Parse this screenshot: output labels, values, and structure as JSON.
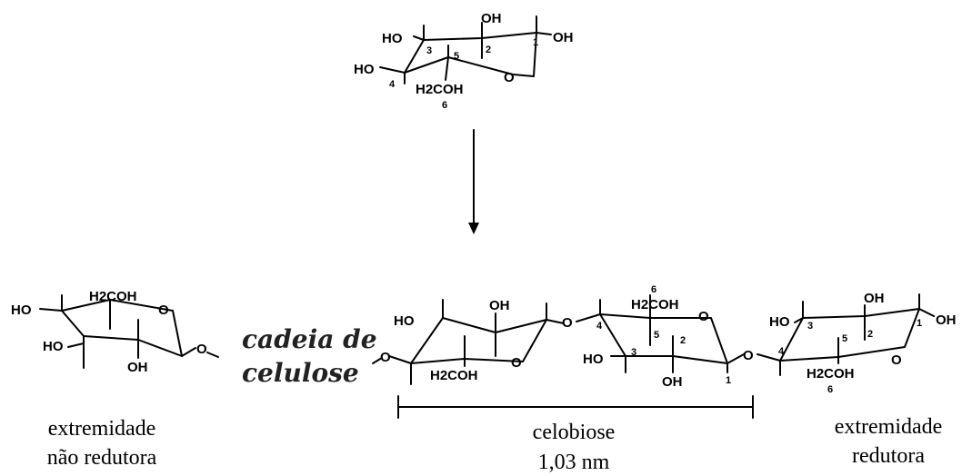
{
  "glucose": {
    "ho3": "HO",
    "num3": "3",
    "oh2": "OH",
    "num2": "2",
    "num1": "1",
    "oh1": "OH",
    "num5": "5",
    "ho4": "HO",
    "num4": "4",
    "h2coh": "H2COH",
    "num6": "6",
    "ring_o": "O"
  },
  "left_unit": {
    "ho": "HO",
    "h2coh": "H2COH",
    "ring_o": "O",
    "ho2": "HO",
    "oh": "OH",
    "link": "O"
  },
  "chain_label": {
    "line1": "cadeia de",
    "line2": "celulose"
  },
  "cellobiose": {
    "r1": {
      "link_o": "O",
      "ho": "HO",
      "oh": "OH",
      "h2coh": "H2COH",
      "ring_o": "O"
    },
    "bridge_o": "O",
    "r2": {
      "num6": "6",
      "h2coh": "H2COH",
      "num4": "4",
      "num5": "5",
      "num3": "3",
      "num2": "2",
      "num1": "1",
      "ho": "HO",
      "oh": "OH",
      "ring_o": "O"
    },
    "bridge_o2": "O"
  },
  "right_unit": {
    "ho3": "HO",
    "num3": "3",
    "oh2": "OH",
    "num2": "2",
    "num1": "1",
    "oh1": "OH",
    "num4": "4",
    "num5": "5",
    "h2coh": "H2COH",
    "num6": "6",
    "ring_o": "O"
  },
  "labels": {
    "left_line1": "extremidade",
    "left_line2": "não redutora",
    "center_line1": "celobiose",
    "center_line2": "1,03 nm",
    "right_line1": "extremidade",
    "right_line2": "redutora"
  }
}
